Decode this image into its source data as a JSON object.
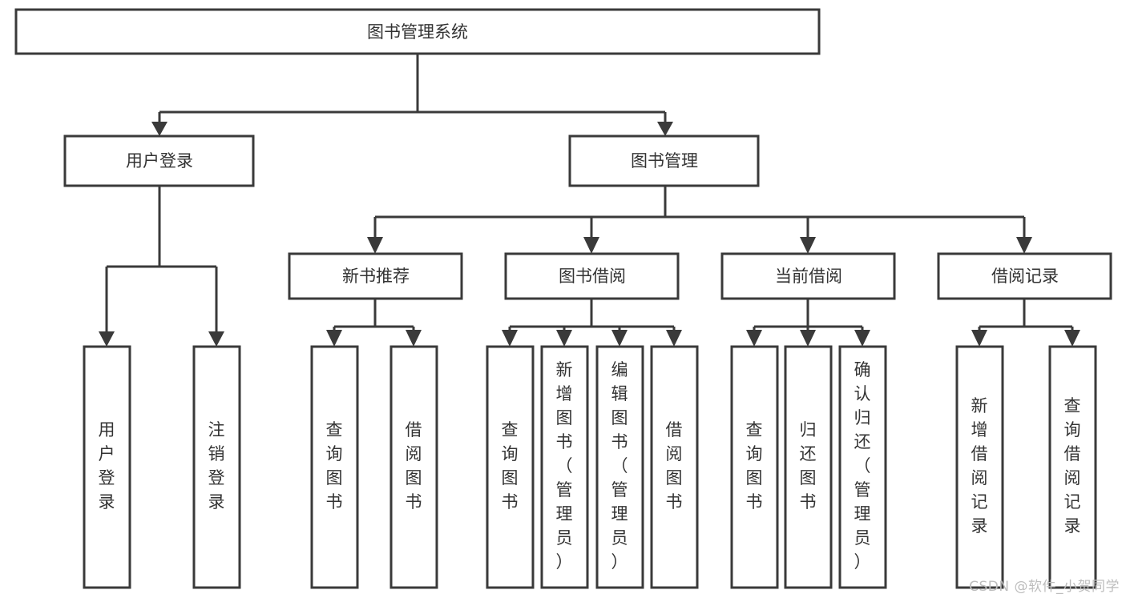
{
  "diagram": {
    "title": "图书管理系统",
    "type": "tree-hierarchy",
    "watermark": "CSDN @软件_小贺同学",
    "colors": {
      "background": "#ffffff",
      "box_stroke": "#3a3a3a",
      "box_fill": "#ffffff",
      "text": "#333333",
      "watermark": "#bdbdbd"
    },
    "levels": {
      "level1_label": "图书管理系统",
      "level2_labels": [
        "用户登录",
        "图书管理"
      ],
      "level3_labels": [
        "新书推荐",
        "图书借阅",
        "当前借阅",
        "借阅记录"
      ]
    },
    "nodes": {
      "root": {
        "label": "图书管理系统",
        "orientation": "horizontal"
      },
      "user_login": {
        "label": "用户登录",
        "orientation": "horizontal"
      },
      "book_manage": {
        "label": "图书管理",
        "orientation": "horizontal"
      },
      "new_book_rec": {
        "label": "新书推荐",
        "orientation": "horizontal"
      },
      "book_borrow": {
        "label": "图书借阅",
        "orientation": "horizontal"
      },
      "current_borrow": {
        "label": "当前借阅",
        "orientation": "horizontal"
      },
      "borrow_record": {
        "label": "借阅记录",
        "orientation": "horizontal"
      },
      "leaf_user_login": {
        "label": "用户登录",
        "orientation": "vertical"
      },
      "leaf_logout": {
        "label": "注销登录",
        "orientation": "vertical"
      },
      "leaf_query_book_1": {
        "label": "查询图书",
        "orientation": "vertical"
      },
      "leaf_borrow_book_1": {
        "label": "借阅图书",
        "orientation": "vertical"
      },
      "leaf_query_book_2": {
        "label": "查询图书",
        "orientation": "vertical"
      },
      "leaf_add_book": {
        "label": "新增图书（管理员）",
        "orientation": "vertical"
      },
      "leaf_edit_book": {
        "label": "编辑图书（管理员）",
        "orientation": "vertical"
      },
      "leaf_borrow_book_2": {
        "label": "借阅图书",
        "orientation": "vertical"
      },
      "leaf_query_book_3": {
        "label": "查询图书",
        "orientation": "vertical"
      },
      "leaf_return_book": {
        "label": "归还图书",
        "orientation": "vertical"
      },
      "leaf_confirm_return": {
        "label": "确认归还（管理员）",
        "orientation": "vertical"
      },
      "leaf_add_record": {
        "label": "新增借阅记录",
        "orientation": "vertical"
      },
      "leaf_query_record": {
        "label": "查询借阅记录",
        "orientation": "vertical"
      }
    },
    "edges": [
      {
        "from": "图书管理系统",
        "to": "用户登录"
      },
      {
        "from": "图书管理系统",
        "to": "图书管理"
      },
      {
        "from": "图书管理",
        "to": "新书推荐"
      },
      {
        "from": "图书管理",
        "to": "图书借阅"
      },
      {
        "from": "图书管理",
        "to": "当前借阅"
      },
      {
        "from": "图书管理",
        "to": "借阅记录"
      },
      {
        "from": "用户登录",
        "to": "用户登录"
      },
      {
        "from": "用户登录",
        "to": "注销登录"
      },
      {
        "from": "新书推荐",
        "to": "查询图书"
      },
      {
        "from": "新书推荐",
        "to": "借阅图书"
      },
      {
        "from": "图书借阅",
        "to": "查询图书"
      },
      {
        "from": "图书借阅",
        "to": "新增图书（管理员）"
      },
      {
        "from": "图书借阅",
        "to": "编辑图书（管理员）"
      },
      {
        "from": "图书借阅",
        "to": "借阅图书"
      },
      {
        "from": "当前借阅",
        "to": "查询图书"
      },
      {
        "from": "当前借阅",
        "to": "归还图书"
      },
      {
        "from": "当前借阅",
        "to": "确认归还（管理员）"
      },
      {
        "from": "借阅记录",
        "to": "新增借阅记录"
      },
      {
        "from": "借阅记录",
        "to": "查询借阅记录"
      }
    ]
  }
}
